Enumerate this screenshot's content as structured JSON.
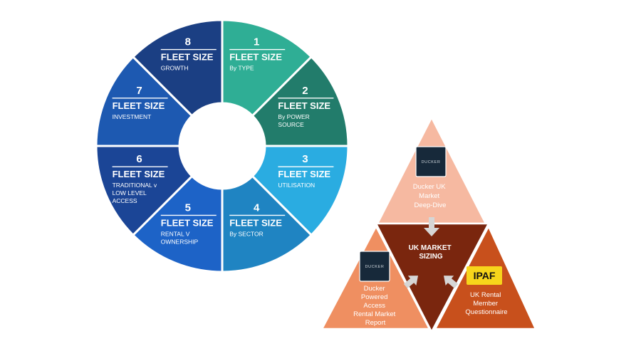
{
  "wheel": {
    "segments": [
      {
        "number": "1",
        "heading": "FLEET SIZE",
        "lines": [
          "By TYPE"
        ],
        "color": "#2fae95"
      },
      {
        "number": "2",
        "heading": "FLEET SIZE",
        "lines": [
          "By POWER",
          "SOURCE"
        ],
        "color": "#227c6b"
      },
      {
        "number": "3",
        "heading": "FLEET SIZE",
        "lines": [
          "UTILISATION"
        ],
        "color": "#2aace1"
      },
      {
        "number": "4",
        "heading": "FLEET SIZE",
        "lines": [
          "By SECTOR"
        ],
        "color": "#1f84c2"
      },
      {
        "number": "5",
        "heading": "FLEET SIZE",
        "lines": [
          "RENTAL V",
          "OWNERSHIP"
        ],
        "color": "#1d63c7"
      },
      {
        "number": "6",
        "heading": "FLEET SIZE",
        "lines": [
          "TRADITIONAL v",
          "LOW LEVEL",
          "ACCESS"
        ],
        "color": "#1b4596"
      },
      {
        "number": "7",
        "heading": "FLEET SIZE",
        "lines": [
          "INVESTMENT"
        ],
        "color": "#1d59b1"
      },
      {
        "number": "8",
        "heading": "FLEET SIZE",
        "lines": [
          "GROWTH"
        ],
        "color": "#1b3f83"
      }
    ]
  },
  "pyramid": {
    "top_label": [
      "Ducker UK",
      "Market",
      "Deep-Dive"
    ],
    "center_label": [
      "UK MARKET",
      "SIZING"
    ],
    "left_label": [
      "Ducker",
      "Powered",
      "Access",
      "Rental Market",
      "Report"
    ],
    "right_label": [
      "UK Rental",
      "Member",
      "Questionnaire"
    ],
    "logo_text": "DUCKER",
    "ipaf_text": "IPAF",
    "colors": {
      "top": "#f6b9a1",
      "left": "#ef8f61",
      "center": "#7a260e",
      "right": "#c8501c",
      "logo_bg": "#17293a",
      "ipaf_bg": "#f7d51b",
      "arrow": "#d6d6d6"
    }
  }
}
